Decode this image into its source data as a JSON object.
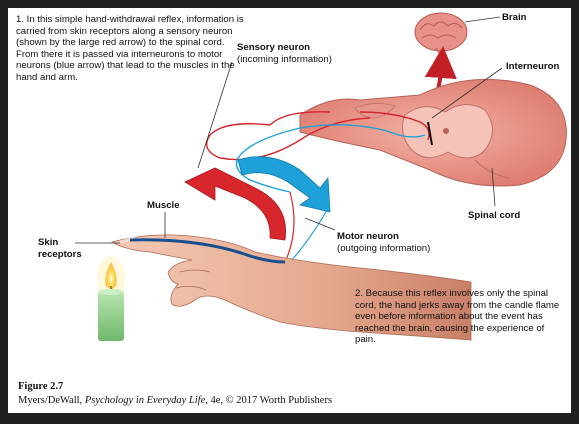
{
  "caption_top": "1. In this simple hand-withdrawal reflex, information is carried from skin receptors along a sensory neuron (shown by the large red arrow) to the spinal cord. From there it is passed via interneurons to motor neurons (blue arrow) that lead to the muscles in the hand and arm.",
  "labels": {
    "brain": "Brain",
    "sensory_neuron": "Sensory neuron",
    "sensory_neuron_sub": "(incoming information)",
    "interneuron": "Interneuron",
    "muscle": "Muscle",
    "skin_receptors_1": "Skin",
    "skin_receptors_2": "receptors",
    "spinal_cord": "Spinal cord",
    "motor_neuron": "Motor neuron",
    "motor_neuron_sub": "(outgoing information)"
  },
  "caption_bottom": "2. Because this reflex involves only the spinal cord, the hand jerks away from the candle flame even before information about the event has reached the brain, causing the experience of pain.",
  "figure": {
    "title": "Figure 2.7",
    "credit_authors": "Myers/DeWall, ",
    "credit_book": "Psychology in Everyday Life",
    "credit_rest": ", 4e, © 2017 Worth Publishers"
  },
  "colors": {
    "sensory_red": "#d7262c",
    "motor_blue": "#1ea0d8",
    "spinal_pink": "#e98b80",
    "brain_pink": "#e8908a",
    "candle_green": "#8fcf88",
    "skin": "#e8b39a",
    "background": "#ffffff"
  }
}
